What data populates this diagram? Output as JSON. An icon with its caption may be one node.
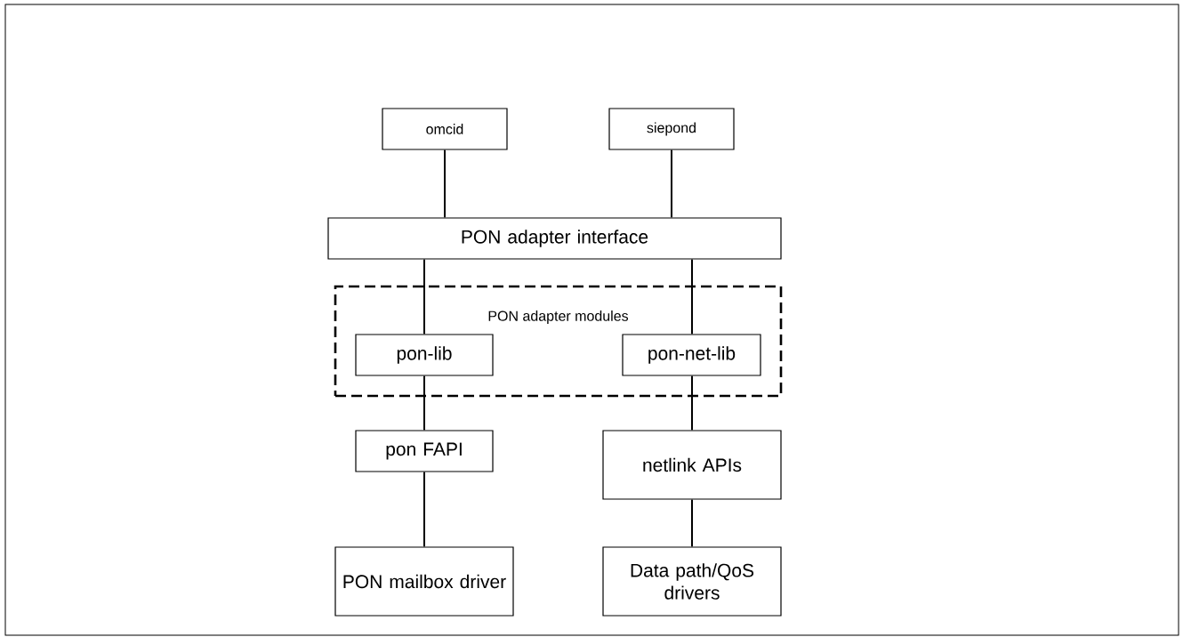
{
  "diagram": {
    "nodes": [
      {
        "text": [
          "omcid"
        ]
      },
      {
        "text": [
          "siepond"
        ]
      },
      {
        "text": [
          "PON adapter interface"
        ]
      },
      {
        "text": [
          "PON adapter modules"
        ]
      },
      {
        "text": [
          "pon-lib"
        ],
        "in": 3
      },
      {
        "text": [
          "pon-net-lib"
        ],
        "in": 3
      },
      {
        "text": [
          "pon FAPI"
        ]
      },
      {
        "text": [
          "netlink APIs"
        ]
      },
      {
        "text": [
          "PON mailbox driver"
        ]
      },
      {
        "text": [
          "Data path/QoS drivers"
        ]
      }
    ],
    "edges": [
      {
        "from": 0,
        "to": 2,
        "arrow": "none"
      },
      {
        "from": 1,
        "to": 2,
        "arrow": "none"
      },
      {
        "from": 2,
        "to": 4,
        "arrow": "none"
      },
      {
        "from": 2,
        "to": 5,
        "arrow": "none"
      },
      {
        "from": 4,
        "to": 6,
        "arrow": "none"
      },
      {
        "from": 5,
        "to": 7,
        "arrow": "none"
      },
      {
        "from": 6,
        "to": 8,
        "arrow": "none"
      },
      {
        "from": 7,
        "to": 9,
        "arrow": "none"
      }
    ]
  }
}
